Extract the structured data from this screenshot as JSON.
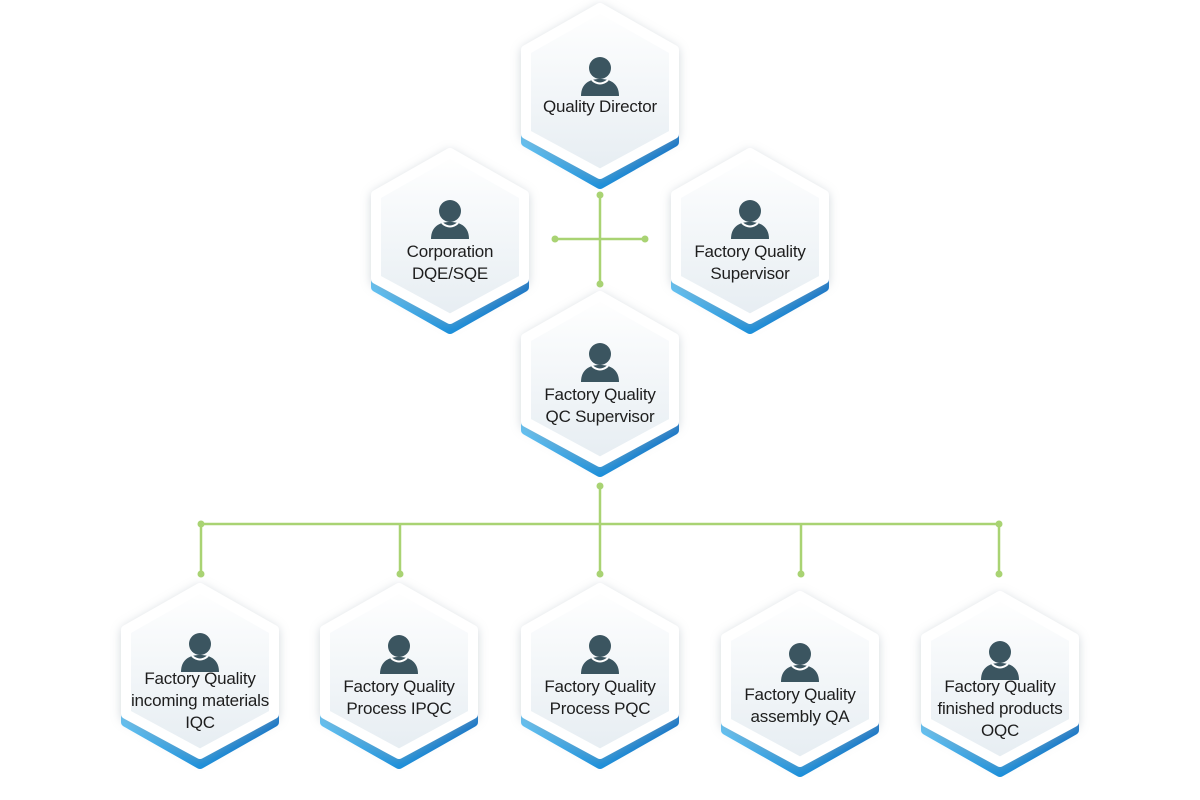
{
  "colors": {
    "connector": "#a9d373",
    "hex_fill_top": "#ffffff",
    "hex_fill_bottom": "#e9eff3",
    "hex_accent": "#1a8fdb",
    "hex_accent_light": "#5cc0f4",
    "person_icon": "#3b5560",
    "text": "#1e1e1e"
  },
  "nodes": [
    {
      "id": "quality-director",
      "icon": "person-icon",
      "lines": [
        "Quality Director"
      ]
    },
    {
      "id": "corporation-dqe-sqe",
      "icon": "person-icon",
      "lines": [
        "Corporation",
        "DQE/SQE"
      ]
    },
    {
      "id": "factory-quality-supervisor",
      "icon": "person-icon",
      "lines": [
        "Factory Quality",
        "Supervisor"
      ]
    },
    {
      "id": "factory-quality-qc-supervisor",
      "icon": "person-icon",
      "lines": [
        "Factory Quality",
        "QC Supervisor"
      ]
    },
    {
      "id": "factory-quality-iqc",
      "icon": "person-icon",
      "lines": [
        "Factory Quality",
        "incoming materials",
        "IQC"
      ]
    },
    {
      "id": "factory-quality-ipqc",
      "icon": "person-icon",
      "lines": [
        "Factory Quality",
        "Process IPQC"
      ]
    },
    {
      "id": "factory-quality-pqc",
      "icon": "person-icon",
      "lines": [
        "Factory Quality",
        "Process PQC"
      ]
    },
    {
      "id": "factory-quality-qa",
      "icon": "person-icon",
      "lines": [
        "Factory Quality",
        "assembly QA"
      ]
    },
    {
      "id": "factory-quality-oqc",
      "icon": "person-icon",
      "lines": [
        "Factory Quality",
        "finished products",
        "OQC"
      ]
    }
  ]
}
